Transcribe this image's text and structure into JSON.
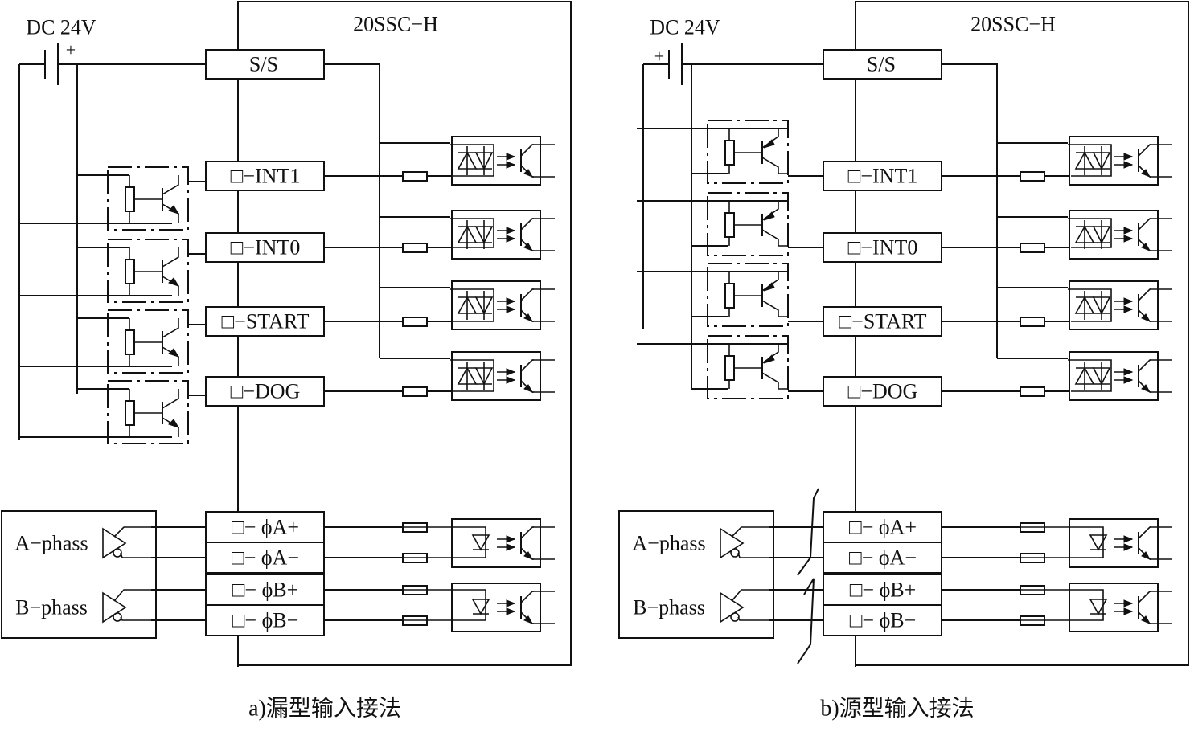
{
  "figure": {
    "panels": [
      {
        "id": "a",
        "type": "sink",
        "power_label": "DC  24V",
        "plus_sign": "+",
        "module_title": "20SSC−H",
        "common_terminal": "S/S",
        "inputs": [
          "□−INT1",
          "□−INT0",
          "□−START",
          "□−DOG"
        ],
        "encoder_terminals": [
          "□− ϕA+",
          "□− ϕA−",
          "□− ϕB+",
          "□− ϕB−"
        ],
        "encoder_phases": [
          "A−phass",
          "B−phass"
        ],
        "caption": "a)漏型输入接法"
      },
      {
        "id": "b",
        "type": "source",
        "power_label": "DC  24V",
        "plus_sign": "+",
        "module_title": "20SSC−H",
        "common_terminal": "S/S",
        "inputs": [
          "□−INT1",
          "□−INT0",
          "□−START",
          "□−DOG"
        ],
        "encoder_terminals": [
          "□− ϕA+",
          "□− ϕA−",
          "□− ϕB+",
          "□− ϕB−"
        ],
        "encoder_phases": [
          "A−phass",
          "B−phass"
        ],
        "caption": "b)源型输入接法"
      }
    ],
    "component_icons": [
      "battery-icon",
      "resistor-icon",
      "npn-transistor-icon",
      "pnp-transistor-icon",
      "optocoupler-icon",
      "line-driver-icon"
    ]
  }
}
